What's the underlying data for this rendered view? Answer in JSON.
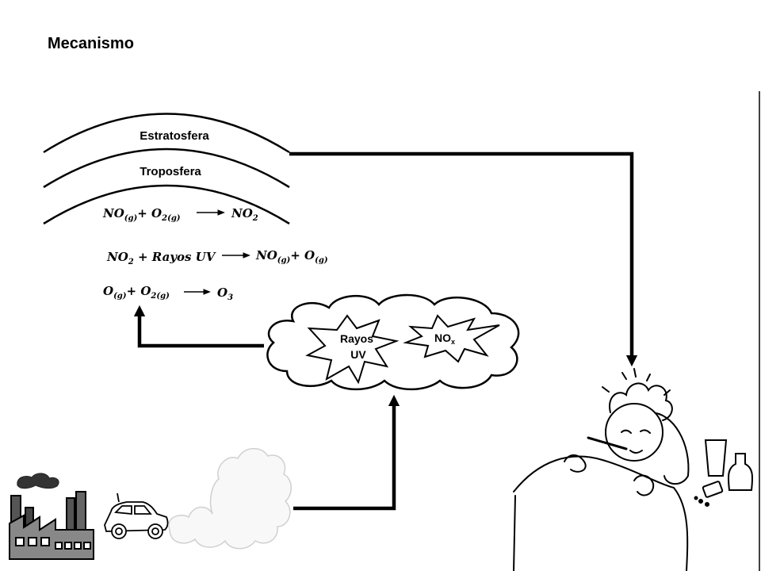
{
  "title": "Mecanismo",
  "layers": {
    "stratosphere": "Estratosfera",
    "troposphere": "Troposfera"
  },
  "reactions": [
    {
      "reactants": [
        {
          "sp": "NO",
          "sub": "(g)"
        },
        {
          "sp": "O",
          "sub": "2(g)"
        }
      ],
      "products": [
        {
          "sp": "NO",
          "sub": "2"
        }
      ]
    },
    {
      "reactants": [
        {
          "sp": "NO",
          "sub": "2"
        },
        {
          "sp": "Rayos UV",
          "sub": ""
        }
      ],
      "products": [
        {
          "sp": "NO",
          "sub": "(g)"
        },
        {
          "sp": "O",
          "sub": "(g)"
        }
      ]
    },
    {
      "reactants": [
        {
          "sp": "O",
          "sub": "(g)"
        },
        {
          "sp": "O",
          "sub": "2(g)"
        }
      ],
      "products": [
        {
          "sp": "O",
          "sub": "3"
        }
      ]
    }
  ],
  "cloud": {
    "uv_line1": "Rayos",
    "uv_line2": "UV",
    "nox_main": "NO",
    "nox_sub": "x"
  }
}
